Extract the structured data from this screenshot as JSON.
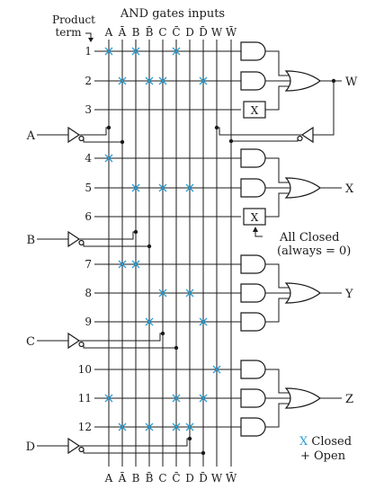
{
  "header": {
    "title": "AND gates inputs",
    "product_label_1": "Product",
    "product_label_2": "term"
  },
  "columns": [
    "A",
    "Ā",
    "B",
    "B̄",
    "C",
    "C̄",
    "D",
    "D̄",
    "W",
    "W̄"
  ],
  "inputs": [
    "A",
    "B",
    "C",
    "D"
  ],
  "outputs": [
    "W",
    "X",
    "Y",
    "Z"
  ],
  "terms": [
    {
      "label": "1",
      "x": [
        0,
        2,
        5
      ]
    },
    {
      "label": "2",
      "x": [
        1,
        3,
        4,
        7
      ]
    },
    {
      "label": "3",
      "x": []
    },
    {
      "label": "4",
      "x": [
        0
      ]
    },
    {
      "label": "5",
      "x": [
        2,
        4,
        6
      ]
    },
    {
      "label": "6",
      "x": []
    },
    {
      "label": "7",
      "x": [
        1,
        2
      ]
    },
    {
      "label": "8",
      "x": [
        4,
        6
      ]
    },
    {
      "label": "9",
      "x": [
        3,
        7
      ]
    },
    {
      "label": "10",
      "x": [
        8
      ]
    },
    {
      "label": "11",
      "x": [
        0,
        5,
        7
      ]
    },
    {
      "label": "12",
      "x": [
        1,
        3,
        5,
        6
      ]
    }
  ],
  "gate_x_label": "X",
  "note": {
    "line1": "All Closed",
    "line2": "(always = 0)"
  },
  "legend": {
    "closed_symbol": "X",
    "closed_text": "Closed",
    "open_text": "+ Open"
  },
  "colors": {
    "ink": "#1a1a1a",
    "fuse": "#2aa0d8"
  }
}
